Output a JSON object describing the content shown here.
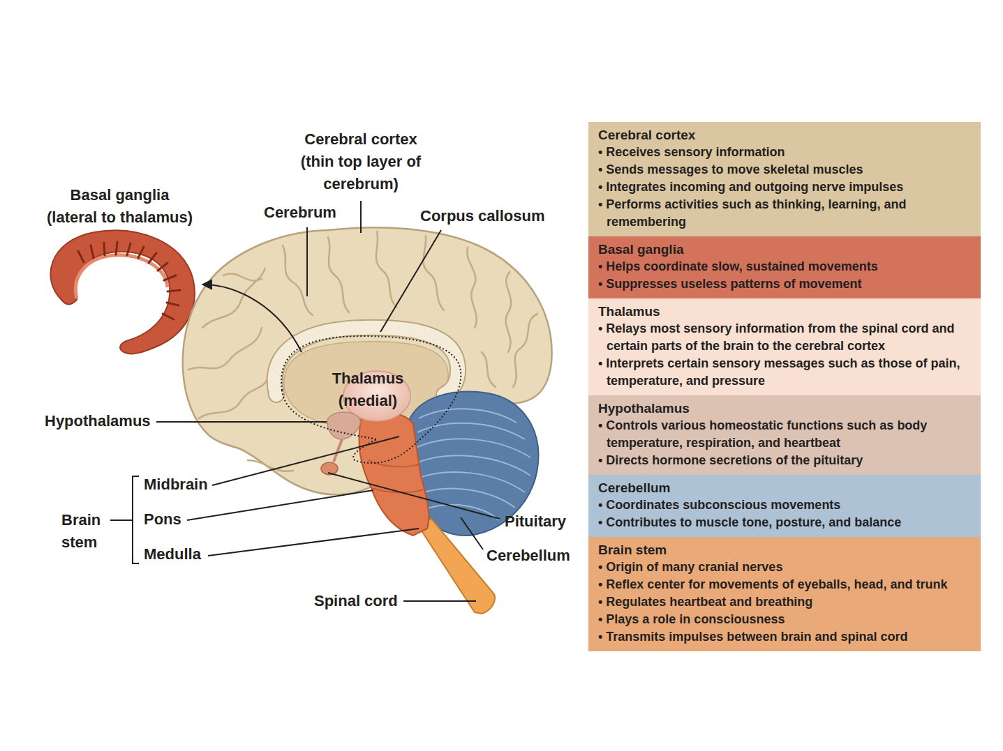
{
  "diagram": {
    "nodes": [
      {
        "text": [
          "Cerebral cortex",
          "• Receives sensory information",
          "• Sends messages to move skeletal muscles",
          "• Integrates incoming and outgoing nerve impulses",
          "• Performs activities such as thinking, learning, and remembering"
        ]
      },
      {
        "text": [
          "Basal ganglia",
          "• Helps coordinate slow, sustained movements",
          "• Suppresses useless patterns of movement"
        ]
      },
      {
        "text": [
          "Thalamus",
          "• Relays most sensory information from the spinal cord and certain parts of the brain to the cerebral cortex",
          "• Interprets certain sensory messages such as those of pain, temperature, and pressure"
        ]
      },
      {
        "text": [
          "Hypothalamus",
          "• Controls various homeostatic functions such as body temperature, respiration, and heartbeat",
          "• Directs hormone secretions of the pituitary"
        ]
      },
      {
        "text": [
          "Cerebellum",
          "• Coordinates subconscious movements",
          "• Contributes to muscle tone, posture, and balance"
        ]
      },
      {
        "text": [
          "Brain stem",
          "• Origin of many cranial nerves",
          "• Reflex center for movements of eyeballs, head, and trunk",
          "• Regulates heartbeat and breathing",
          "• Plays a role in consciousness",
          "• Transmits impulses between brain and spinal cord"
        ]
      }
    ],
    "labels": [
      "Basal ganglia (lateral to thalamus)",
      "Cerebral cortex (thin top layer of cerebrum)",
      "Cerebrum",
      "Corpus callosum",
      "Thalamus (medial)",
      "Hypothalamus",
      "Midbrain",
      "Pons",
      "Medulla",
      "Brain stem",
      "Pituitary",
      "Cerebellum",
      "Spinal cord"
    ]
  }
}
